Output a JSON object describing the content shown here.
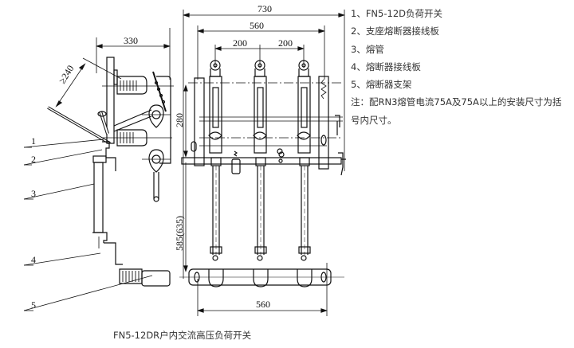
{
  "legend": {
    "items": [
      {
        "num": "1",
        "text": "1、FN5-12D负荷开关"
      },
      {
        "num": "2",
        "text": "2、支座熔断器接线板"
      },
      {
        "num": "3",
        "text": "3、熔管"
      },
      {
        "num": "4",
        "text": "4、熔断器接线板"
      },
      {
        "num": "5",
        "text": "5、熔断器支架"
      }
    ],
    "note": "注：配RN3熔管电流75A及75A以上的安装尺寸为括号内尺寸。"
  },
  "caption": "FN5-12DR户内交流高压负荷开关",
  "dimensions": {
    "side_width": "330",
    "side_clearance": "≥240",
    "side_height": "280",
    "overall_width": "730",
    "mount_width": "560",
    "pole_spacing_left": "200",
    "pole_spacing_right": "200",
    "fuse_height": "585(635)",
    "base_width": "560"
  },
  "callouts": [
    "1",
    "2",
    "3",
    "4",
    "5"
  ]
}
